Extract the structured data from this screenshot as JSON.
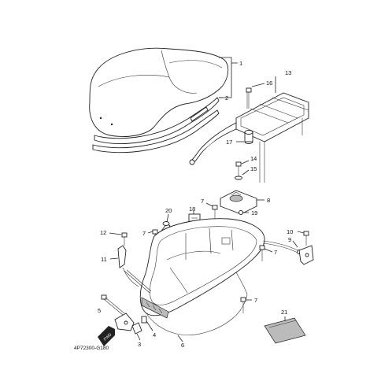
{
  "diagram_code": "4P72300-G180",
  "fwd_label": "FWD",
  "callouts": {
    "c1": "1",
    "c2": "2",
    "c3": "3",
    "c4": "4",
    "c5": "5",
    "c6": "6",
    "c7a": "7",
    "c7b": "7",
    "c7c": "7",
    "c7d": "7",
    "c8": "8",
    "c9": "9",
    "c10": "10",
    "c11": "11",
    "c12": "12",
    "c13": "13",
    "c14": "14",
    "c15": "15",
    "c16": "16",
    "c17": "17",
    "c18": "18",
    "c19": "19",
    "c20": "20",
    "c21": "21"
  }
}
